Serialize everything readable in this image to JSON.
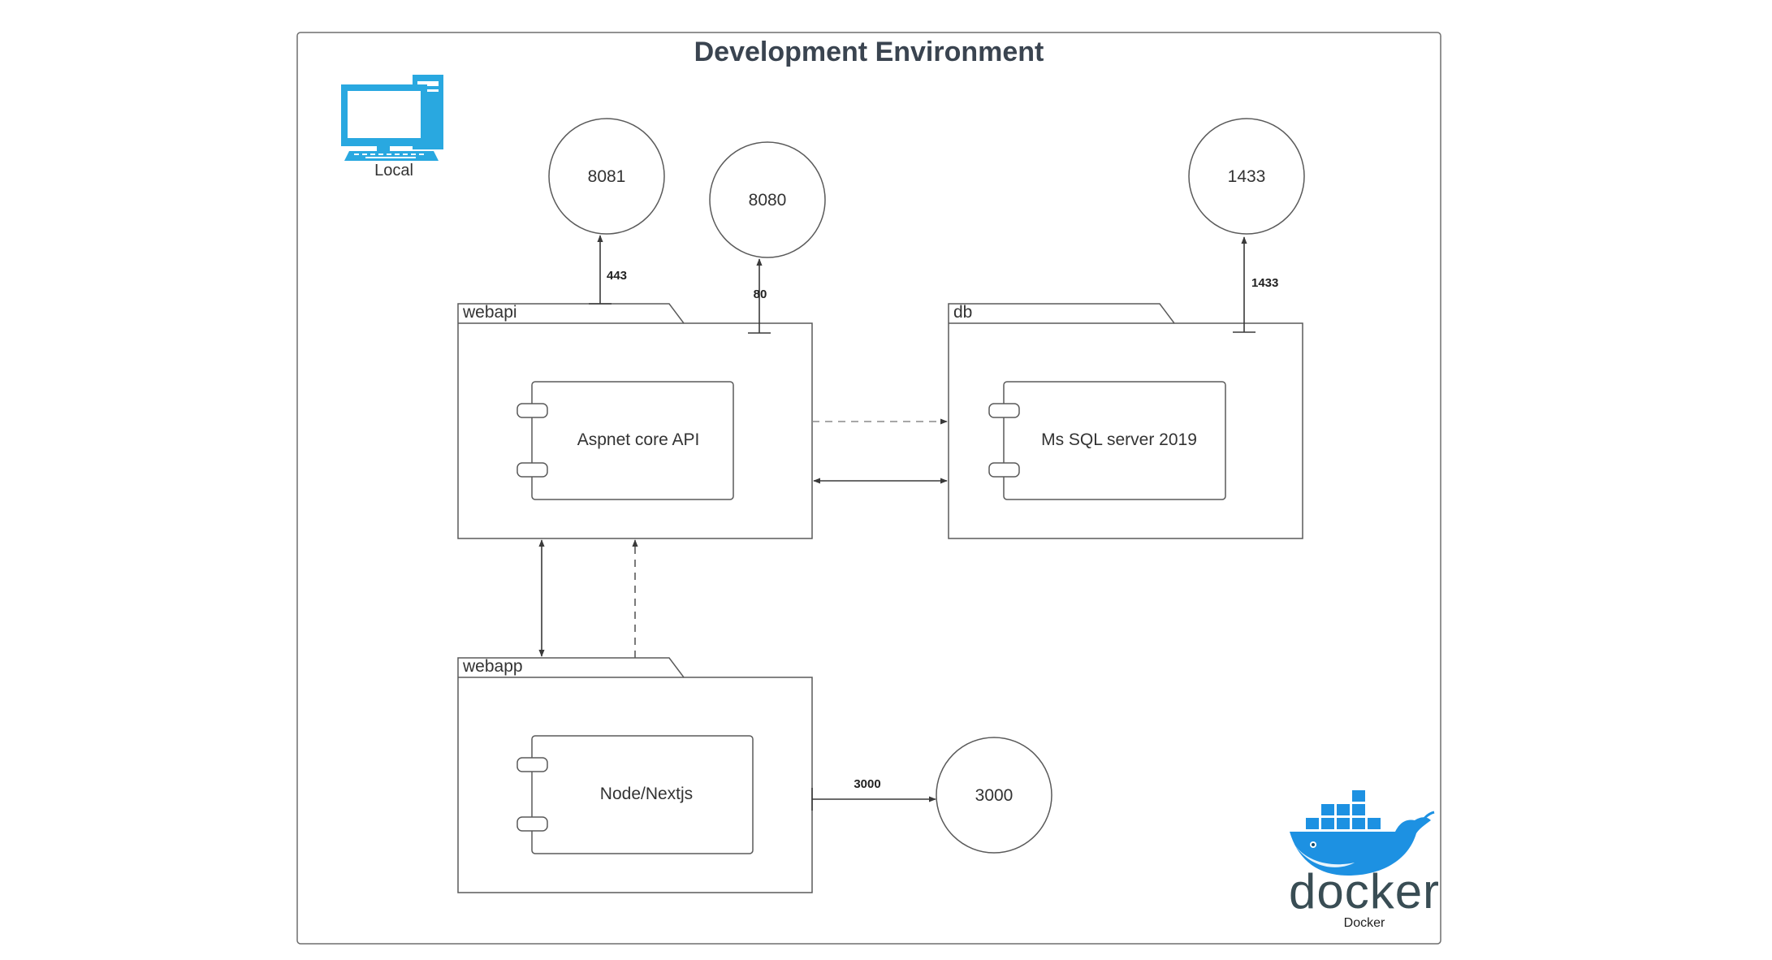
{
  "diagram": {
    "title": "Development Environment",
    "local_label": "Local",
    "docker_wordmark": "docker",
    "docker_caption": "Docker",
    "packages": {
      "webapi": "webapi",
      "db": "db",
      "webapp": "webapp"
    },
    "components": {
      "api": "Aspnet core API",
      "sql": "Ms SQL server 2019",
      "node": "Node/Nextjs"
    },
    "ports": {
      "p8081": "8081",
      "p8080": "8080",
      "p1433": "1433",
      "p3000": "3000"
    },
    "edge_labels": {
      "e443": "443",
      "e80": "80",
      "e1433": "1433",
      "e3000": "3000"
    },
    "colors": {
      "local_icon": "#29a8e0",
      "docker_blue": "#1d91e2",
      "docker_text": "#394d54",
      "title": "#3a4450"
    },
    "icons": {
      "local": "desktop-computer-icon",
      "docker": "docker-whale-icon"
    }
  }
}
